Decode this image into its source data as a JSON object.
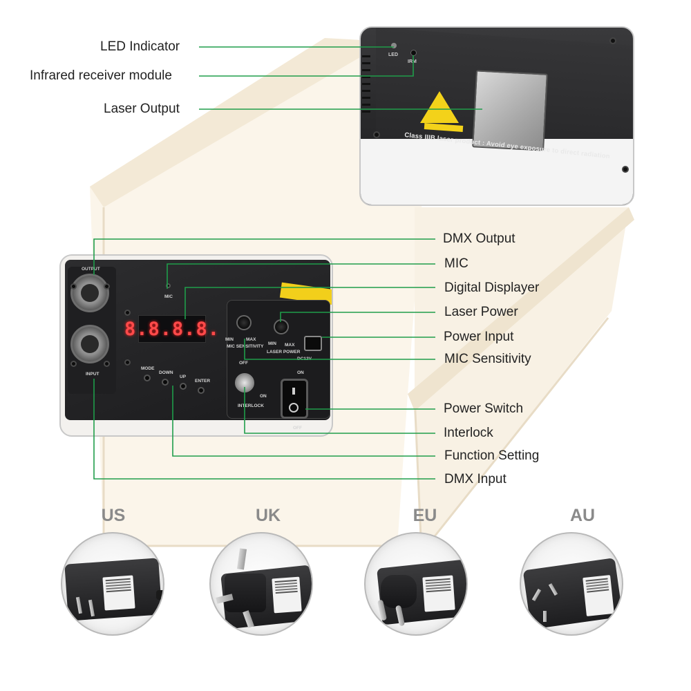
{
  "callouts_top": {
    "led_indicator": "LED Indicator",
    "infrared_receiver": "Infrared receiver module",
    "laser_output": "Laser Output"
  },
  "callouts_panel": {
    "dmx_output": "DMX Output",
    "mic": "MIC",
    "digital_displayer": "Digital Displayer",
    "laser_power": "Laser Power",
    "power_input": "Power Input",
    "mic_sensitivity": "MIC Sensitivity",
    "power_switch": "Power Switch",
    "interlock": "Interlock",
    "function_setting": "Function Setting",
    "dmx_input": "DMX Input"
  },
  "photo_top": {
    "led_text": "LED",
    "irm_text": "IRM",
    "caution_text": "Class IIIB laser product : Avoid eye exposure to direct radiation"
  },
  "photo_panel": {
    "output_text": "OUTPUT",
    "input_text": "INPUT",
    "mic_text": "MIC",
    "display_value": "8.8.8.8.",
    "buttons": [
      "MODE",
      "DOWN",
      "UP",
      "ENTER"
    ],
    "min_text": "MIN",
    "max_text": "MAX",
    "mic_sens_text": "MIC SENSITIVITY",
    "laser_power_text": "LASER POWER",
    "dc_text": "DC12V",
    "off_text": "OFF",
    "on_text": "ON",
    "interlock_text": "INTERLOCK"
  },
  "plugs": [
    {
      "region": "US"
    },
    {
      "region": "UK"
    },
    {
      "region": "EU"
    },
    {
      "region": "AU"
    }
  ],
  "colors": {
    "leader_line": "#1f9d4a",
    "plug_title": "#8a8a8a",
    "box_fill": "#f8f1e4",
    "box_edge": "#e8dcc6",
    "display_digits": "#ff4a4a",
    "warning_yellow": "#f3d21a"
  }
}
